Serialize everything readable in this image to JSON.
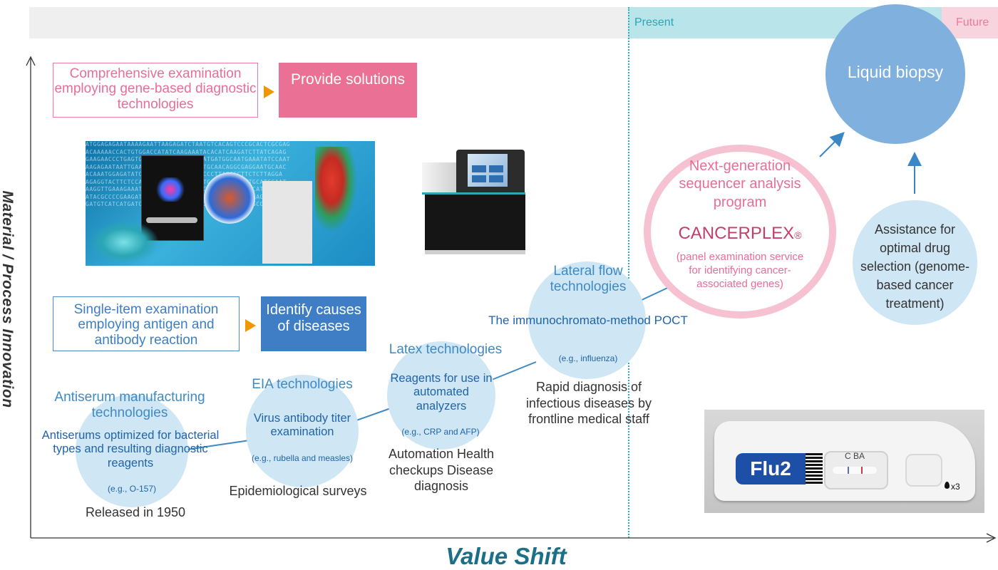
{
  "timeline": {
    "present": "Present",
    "future": "Future"
  },
  "axes": {
    "y": "Material / Process Innovation",
    "x": "Value Shift"
  },
  "boxes": {
    "gene_exam": "Comprehensive examination employing gene-based diagnostic technologies",
    "provide": "Provide solutions",
    "single_item": "Single-item examination employing antigen and antibody reaction",
    "identify": "Identify causes of diseases"
  },
  "stages": {
    "antiserum": {
      "title": "Antiserum manufacturing technologies",
      "main": "Antiserums optimized for bacterial types and resulting diagnostic reagents",
      "example": "(e.g., O-157)",
      "note": "Released in 1950"
    },
    "eia": {
      "title": "EIA technologies",
      "main": "Virus antibody titer examination",
      "example": "(e.g., rubella and measles)",
      "note": "Epidemiological surveys"
    },
    "latex": {
      "title": "Latex technologies",
      "main": "Reagents for use in automated analyzers",
      "example": "(e.g., CRP and AFP)",
      "note": "Automation Health checkups Disease diagnosis"
    },
    "lateral": {
      "title": "Lateral flow technologies",
      "main": "The immunochromato-method POCT",
      "example": "(e.g., influenza)",
      "note": "Rapid diagnosis of infectious diseases by frontline medical staff"
    },
    "ngs": {
      "title": "Next-generation sequencer analysis program",
      "brand": "CANCERPLEX",
      "reg": "®",
      "desc": "(panel examination service for identifying cancer-associated genes)"
    },
    "assist": {
      "text": "Assistance for optimal drug selection (genome-based cancer treatment)"
    },
    "liquid": {
      "text": "Liquid biopsy"
    }
  },
  "product": {
    "flu_label": "Flu2",
    "cba": "C BA",
    "count": "x3"
  },
  "colors": {
    "pink": "#eb7095",
    "blue": "#3f7ec4",
    "light_blue": "#cfe6f5",
    "teal": "#22b3c2"
  }
}
